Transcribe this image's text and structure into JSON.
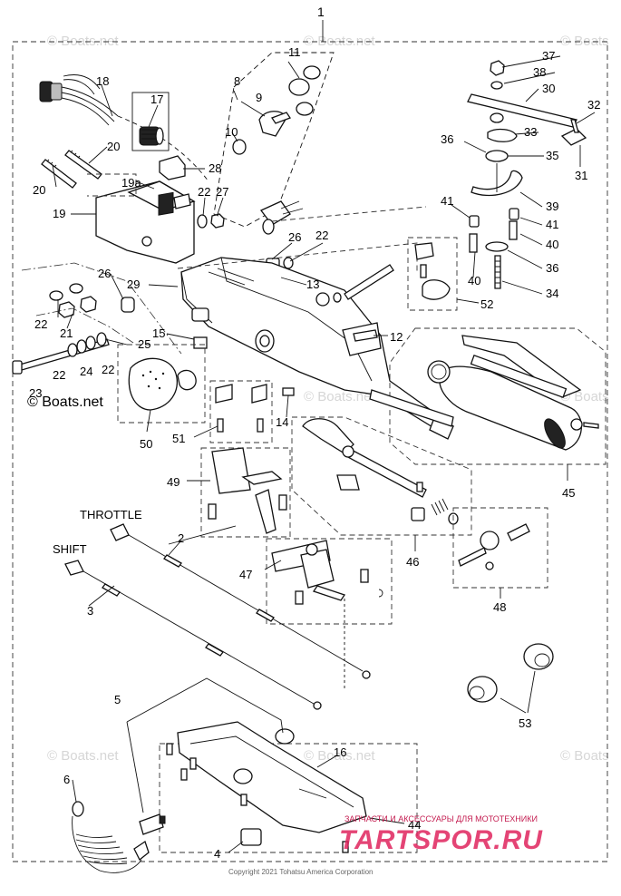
{
  "labels": [
    {
      "id": "1",
      "text": "1"
    },
    {
      "id": "2",
      "text": "2"
    },
    {
      "id": "3",
      "text": "3"
    },
    {
      "id": "4",
      "text": "4"
    },
    {
      "id": "5",
      "text": "5"
    },
    {
      "id": "6",
      "text": "6"
    },
    {
      "id": "8",
      "text": "8"
    },
    {
      "id": "9",
      "text": "9"
    },
    {
      "id": "10",
      "text": "10"
    },
    {
      "id": "11",
      "text": "11"
    },
    {
      "id": "12",
      "text": "12"
    },
    {
      "id": "13",
      "text": "13"
    },
    {
      "id": "14",
      "text": "14"
    },
    {
      "id": "15",
      "text": "15"
    },
    {
      "id": "16",
      "text": "16"
    },
    {
      "id": "17",
      "text": "17"
    },
    {
      "id": "18",
      "text": "18"
    },
    {
      "id": "19",
      "text": "19"
    },
    {
      "id": "19a",
      "text": "19a"
    },
    {
      "id": "20",
      "text": "20"
    },
    {
      "id": "21",
      "text": "21"
    },
    {
      "id": "22",
      "text": "22"
    },
    {
      "id": "23",
      "text": "23"
    },
    {
      "id": "24",
      "text": "24"
    },
    {
      "id": "25",
      "text": "25"
    },
    {
      "id": "26",
      "text": "26"
    },
    {
      "id": "27",
      "text": "27"
    },
    {
      "id": "28",
      "text": "28"
    },
    {
      "id": "29",
      "text": "29"
    },
    {
      "id": "30",
      "text": "30"
    },
    {
      "id": "31",
      "text": "31"
    },
    {
      "id": "32",
      "text": "32"
    },
    {
      "id": "33",
      "text": "33"
    },
    {
      "id": "34",
      "text": "34"
    },
    {
      "id": "35",
      "text": "35"
    },
    {
      "id": "36",
      "text": "36"
    },
    {
      "id": "37",
      "text": "37"
    },
    {
      "id": "38",
      "text": "38"
    },
    {
      "id": "39",
      "text": "39"
    },
    {
      "id": "40",
      "text": "40"
    },
    {
      "id": "41",
      "text": "41"
    },
    {
      "id": "44",
      "text": "44"
    },
    {
      "id": "45",
      "text": "45"
    },
    {
      "id": "46",
      "text": "46"
    },
    {
      "id": "47",
      "text": "47"
    },
    {
      "id": "48",
      "text": "48"
    },
    {
      "id": "49",
      "text": "49"
    },
    {
      "id": "50",
      "text": "50"
    },
    {
      "id": "51",
      "text": "51"
    },
    {
      "id": "52",
      "text": "52"
    },
    {
      "id": "53",
      "text": "53"
    }
  ],
  "captions": {
    "throttle": "THROTTLE",
    "shift": "SHIFT",
    "copyright_boats": "© Boats.net",
    "copyright_tohatsu": "Copyright 2021 Tohatsu America Corporation"
  },
  "watermarks": {
    "boats_net": "© Boats.net",
    "boats_short": "© Boats",
    "shop_tagline": "ЗАПЧАСТИ И АКСЕССУАРЫ ДЛЯ МОТОТЕХНИКИ",
    "shop_logo": "TARTSPOR.RU"
  },
  "colors": {
    "line": "#111111",
    "watermark_grey": "#d6d6d6",
    "watermark_red": "#e0245e"
  }
}
